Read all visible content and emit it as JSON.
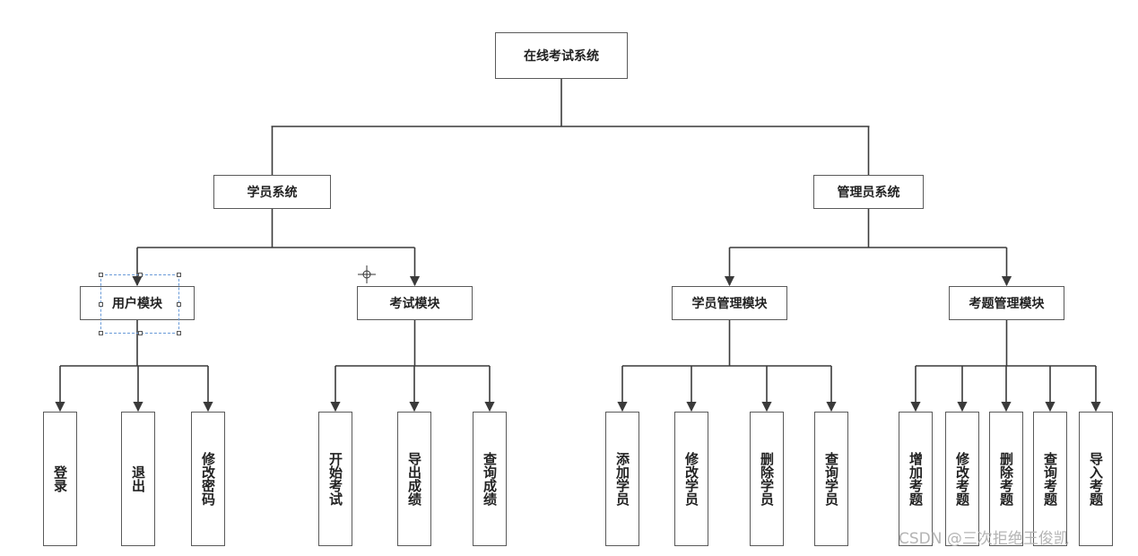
{
  "diagram": {
    "root": {
      "label": "在线考试系统"
    },
    "level1": [
      {
        "id": "student-system",
        "label": "学员系统"
      },
      {
        "id": "admin-system",
        "label": "管理员系统"
      }
    ],
    "level2": [
      {
        "id": "user-module",
        "label": "用户模块",
        "parent": "student-system"
      },
      {
        "id": "exam-module",
        "label": "考试模块",
        "parent": "student-system"
      },
      {
        "id": "student-mgmt-module",
        "label": "学员管理模块",
        "parent": "admin-system"
      },
      {
        "id": "question-mgmt-module",
        "label": "考题管理模块",
        "parent": "admin-system"
      }
    ],
    "leaves": [
      {
        "label": "登录",
        "parent": "user-module"
      },
      {
        "label": "退出",
        "parent": "user-module"
      },
      {
        "label": "修改密码",
        "parent": "user-module"
      },
      {
        "label": "开始考试",
        "parent": "exam-module"
      },
      {
        "label": "导出成绩",
        "parent": "exam-module"
      },
      {
        "label": "查询成绩",
        "parent": "exam-module"
      },
      {
        "label": "添加学员",
        "parent": "student-mgmt-module"
      },
      {
        "label": "修改学员",
        "parent": "student-mgmt-module"
      },
      {
        "label": "删除学员",
        "parent": "student-mgmt-module"
      },
      {
        "label": "查询学员",
        "parent": "student-mgmt-module"
      },
      {
        "label": "增加考题",
        "parent": "question-mgmt-module"
      },
      {
        "label": "修改考题",
        "parent": "question-mgmt-module"
      },
      {
        "label": "删除考题",
        "parent": "question-mgmt-module"
      },
      {
        "label": "查询考题",
        "parent": "question-mgmt-module"
      },
      {
        "label": "导入考题",
        "parent": "question-mgmt-module"
      }
    ],
    "selected": "user-module"
  },
  "watermark": "CSDN @三次拒绝王俊凯",
  "colors": {
    "line": "#3a3a3a",
    "border": "#5a5a5a",
    "selection": "#6a9bd8",
    "watermark": "#b4b4b4"
  }
}
